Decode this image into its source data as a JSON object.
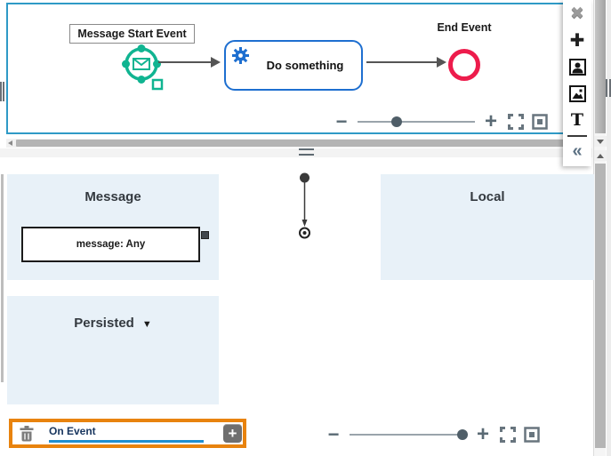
{
  "diagram": {
    "start_event_label": "Message Start Event",
    "task_label": "Do something",
    "end_event_label": "End Event"
  },
  "mapping": {
    "message_panel_title": "Message",
    "message_variable": "message: Any",
    "local_panel_title": "Local",
    "persisted_panel_title": "Persisted",
    "persisted_caret": "▼",
    "on_event_tab_label": "On Event",
    "add_button_glyph": "+"
  },
  "zoom_controls": {
    "minus_glyph": "−",
    "plus_glyph": "+",
    "top_slider_position": 0.33,
    "bottom_slider_position": 0.96
  },
  "toolbar_icons": {
    "close": "✖",
    "add": "✚",
    "text": "T",
    "collapse": "«"
  },
  "colors": {
    "accent_blue_border": "#2f9ac6",
    "start_event_teal": "#10b491",
    "task_blue": "#1e6fd0",
    "end_event_red": "#ed1c4c",
    "panel_light_blue": "#e8f1f8",
    "highlight_orange": "#e8830e",
    "tab_underline_blue": "#1f8fd0",
    "tab_text_navy": "#17355e"
  }
}
